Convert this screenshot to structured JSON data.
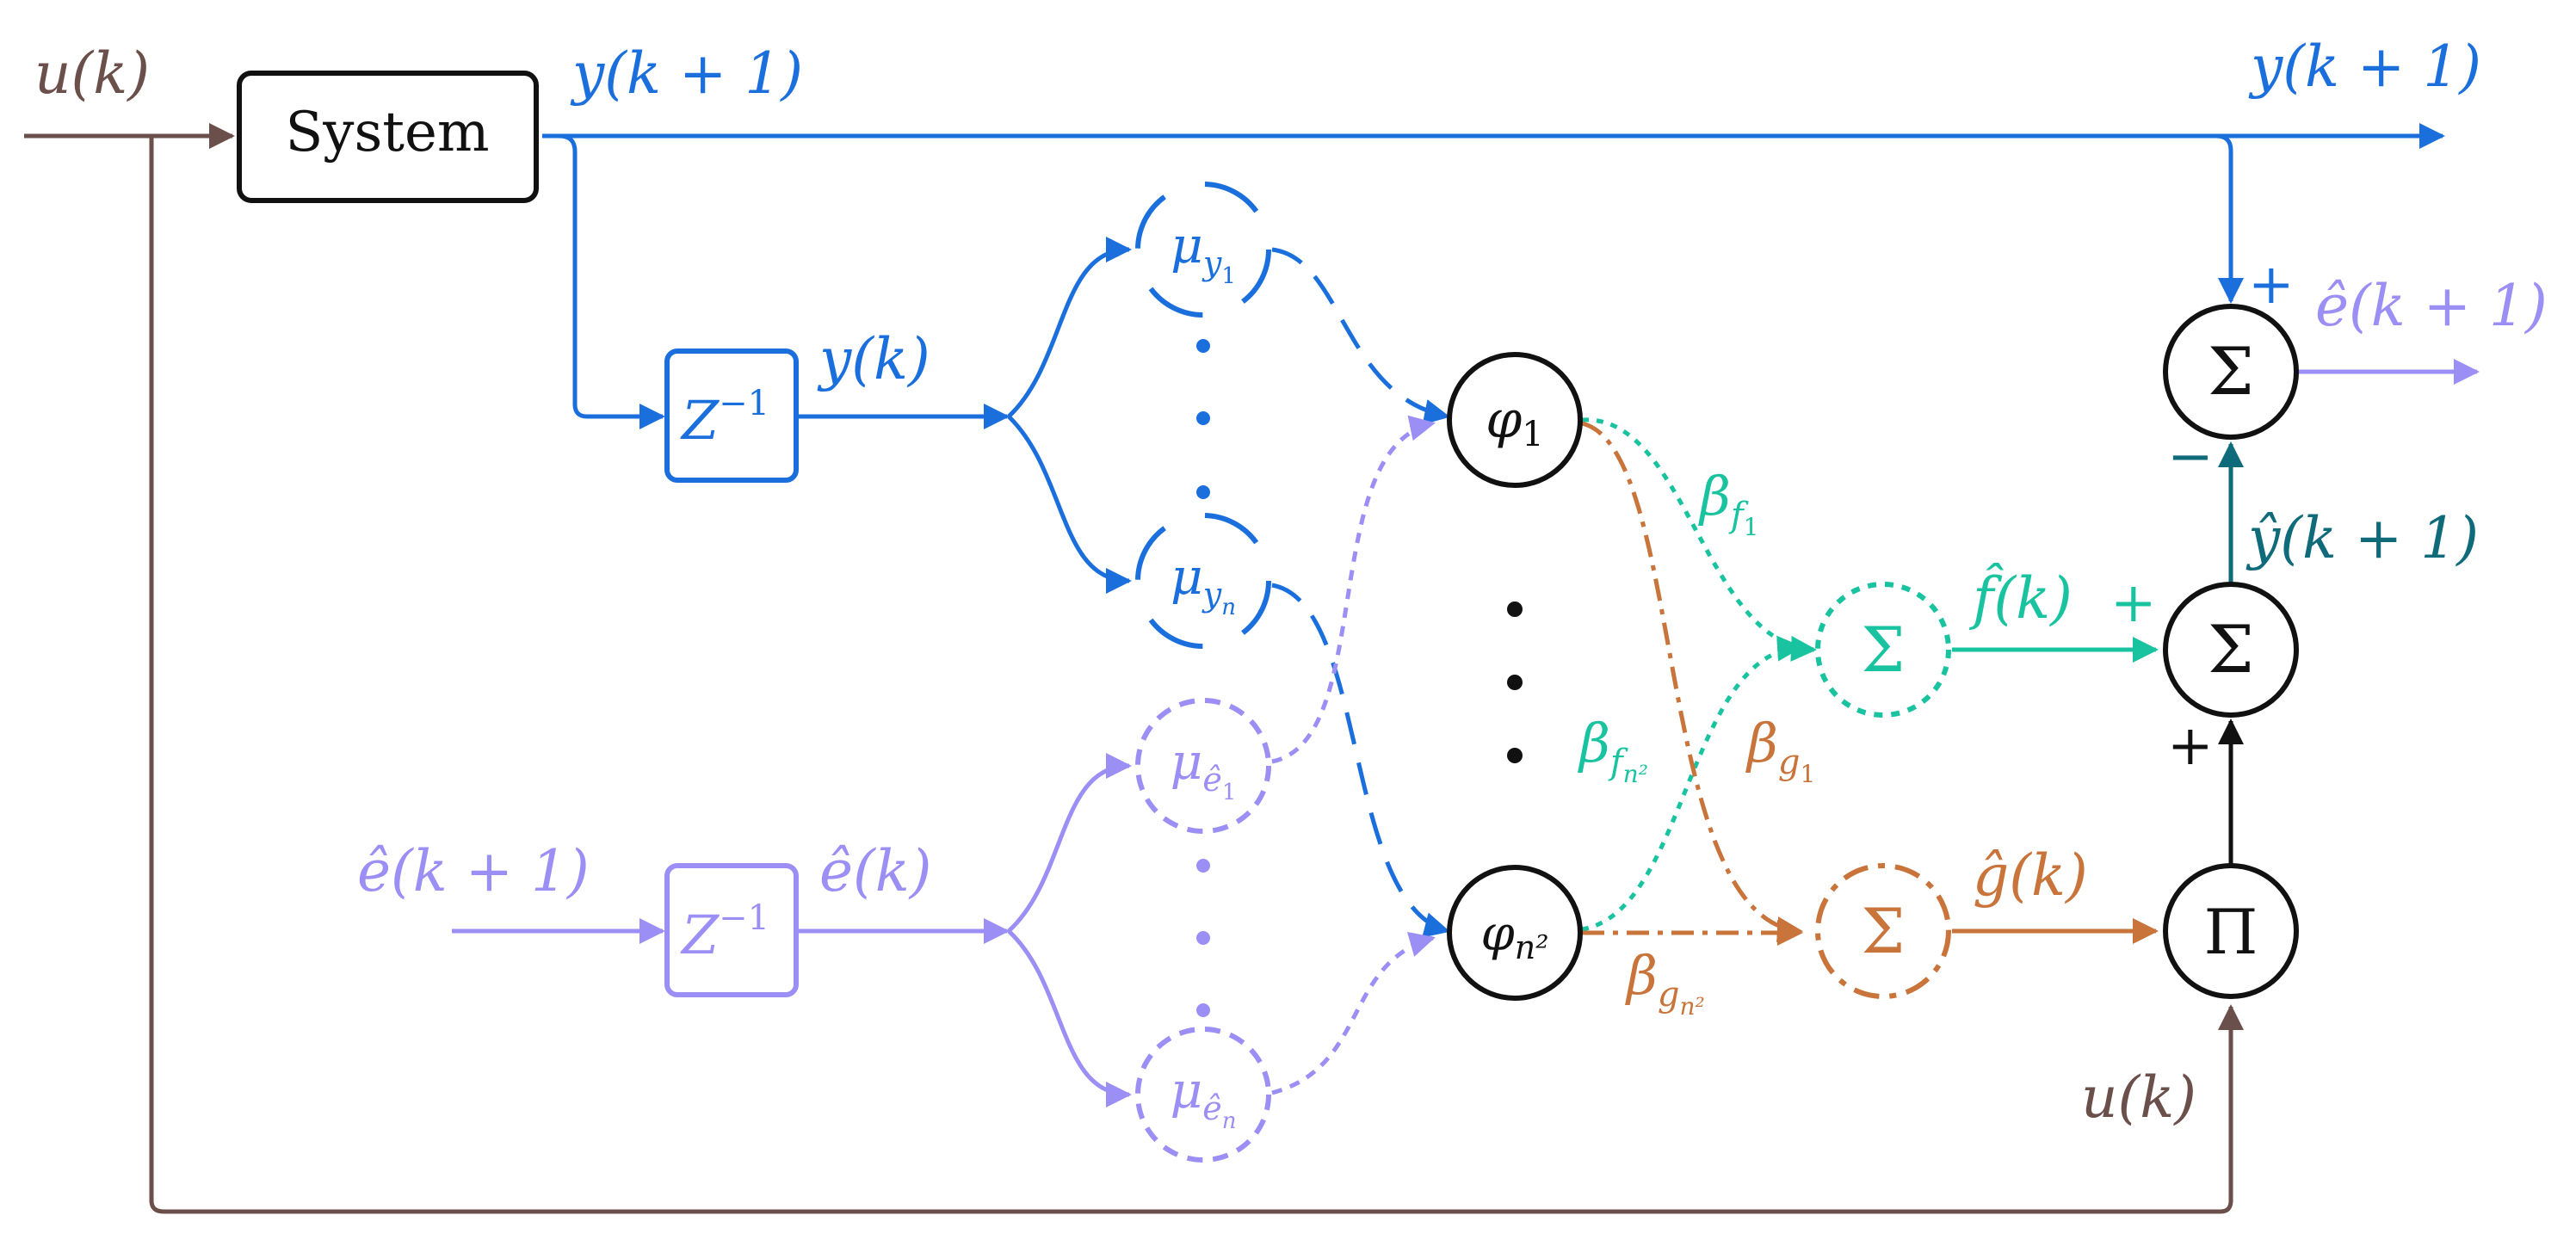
{
  "colors": {
    "blue": "#1a6fdd",
    "lavender": "#9b8ff5",
    "teal": "#19c3a0",
    "orange": "#c8743a",
    "brown": "#6b4f4b",
    "black": "#111111",
    "darkteal": "#0f6a7a"
  },
  "blocks": {
    "system": "System",
    "delay_exponent": "−1",
    "delay_base": "Z"
  },
  "signals": {
    "u_left": "u(k)",
    "u_right": "u(k)",
    "y_next_top": "y(k + 1)",
    "y_next_right": "y(k + 1)",
    "y_k": "y(k)",
    "e_hat_next_in": "ê(k + 1)",
    "e_hat_k": "ê(k)",
    "e_hat_next_out": "ê(k + 1)",
    "y_hat_next": "ŷ(k + 1)",
    "f_hat": "f̂(k)",
    "g_hat": "ĝ(k)"
  },
  "memberships": {
    "mu_y1": {
      "base": "μ",
      "sub": "y",
      "subsub": "1"
    },
    "mu_yn": {
      "base": "μ",
      "sub": "y",
      "subsub": "n"
    },
    "mu_e1": {
      "base": "μ",
      "sub": "ê",
      "subsub": "1"
    },
    "mu_en": {
      "base": "μ",
      "sub": "ê",
      "subsub": "n"
    }
  },
  "rules": {
    "phi_1": {
      "base": "φ",
      "sub": "1"
    },
    "phi_n2": {
      "base": "φ",
      "sub": "n²"
    }
  },
  "weights": {
    "beta_f1": {
      "base": "β",
      "sub": "f",
      "subsub": "1"
    },
    "beta_fn2": {
      "base": "β",
      "sub": "f",
      "subsub": "n²"
    },
    "beta_g1": {
      "base": "β",
      "sub": "g",
      "subsub": "1"
    },
    "beta_gn2": {
      "base": "β",
      "sub": "g",
      "subsub": "n²"
    }
  },
  "operators": {
    "sum": "Σ",
    "product": "Π"
  },
  "signs": {
    "plus": "+",
    "minus": "−"
  }
}
